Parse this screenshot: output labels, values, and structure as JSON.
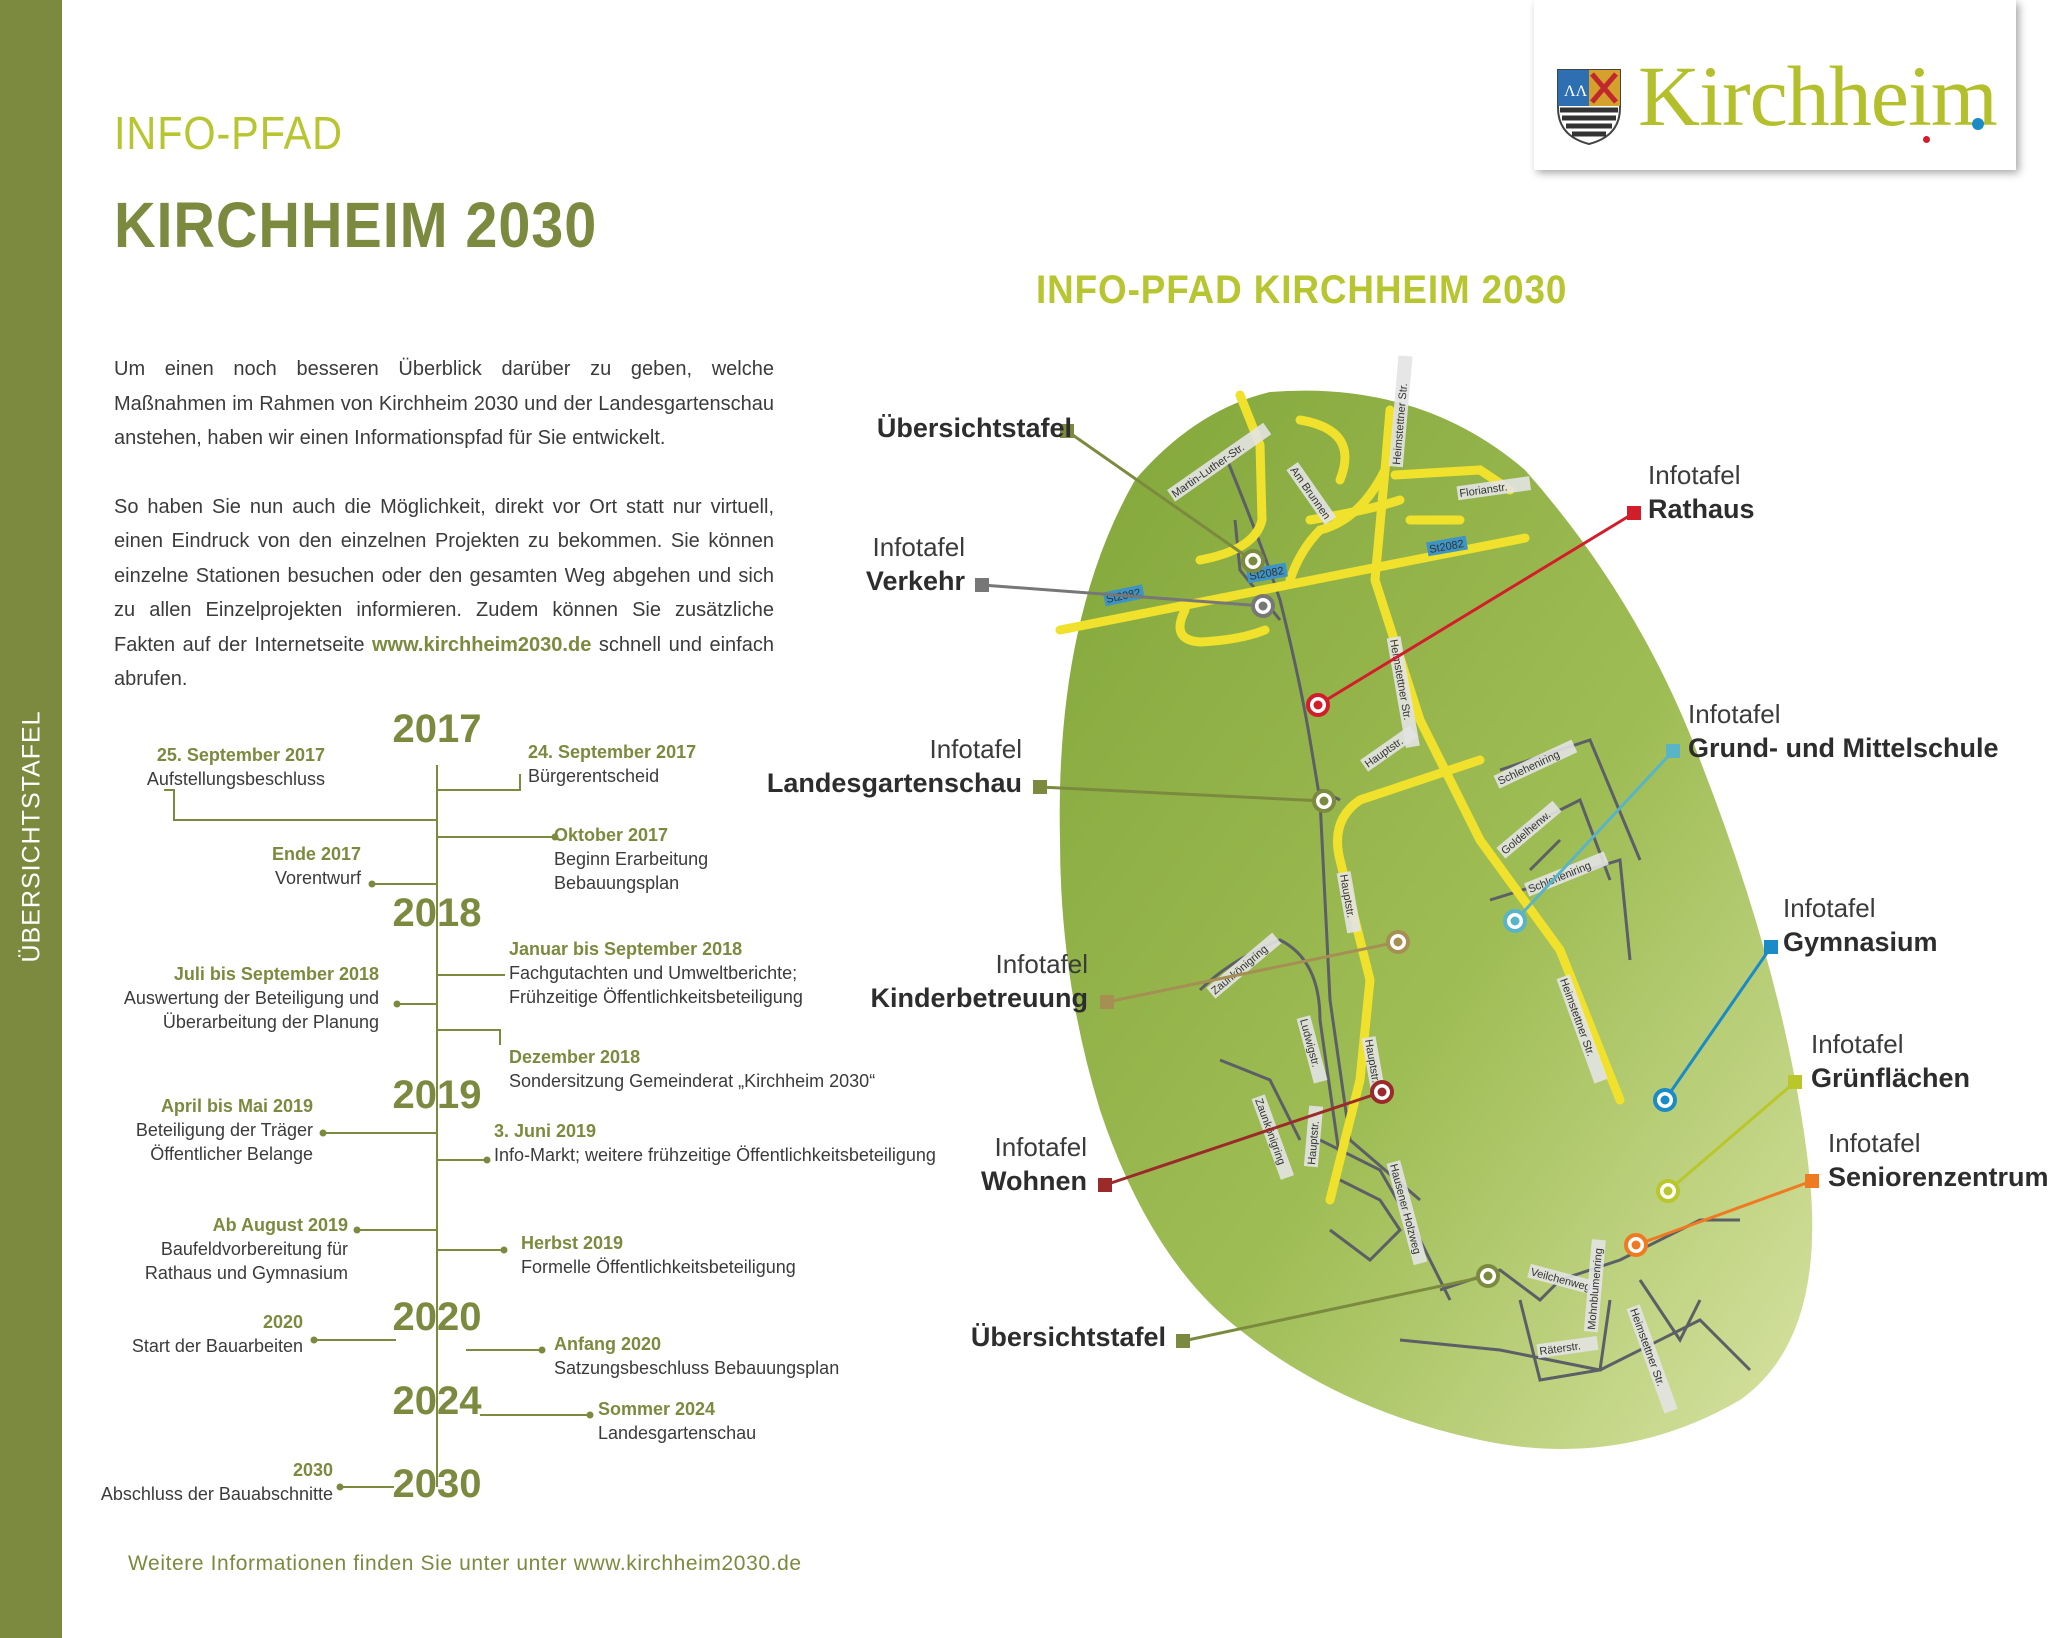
{
  "sidebar": {
    "label": "ÜBERSICHTSTAFEL"
  },
  "header": {
    "kicker": "INFO-PFAD",
    "title": "KIRCHHEIM 2030"
  },
  "logo": {
    "text": "Kirchheim",
    "dot_colors": [
      "#1a8bc7",
      "#d21e2b"
    ]
  },
  "intro": {
    "p1": "Um einen noch besseren Überblick darüber zu geben, welche Maßnahmen im Rahmen von Kirchheim 2030 und der Landesgartenschau anstehen, haben wir einen Informationspfad für Sie entwickelt.",
    "p2_before": "So haben Sie nun auch die Möglichkeit, direkt vor Ort statt nur virtuell, einen Eindruck von den einzelnen Projekten zu bekommen. Sie können einzelne Stationen besuchen oder den gesamten Weg abgehen und sich zu allen Einzelprojekten informieren. Zudem können Sie zusätzliche Fakten auf der Internetseite ",
    "p2_link": "www.kirchheim2030.de",
    "p2_after": " schnell und einfach abrufen."
  },
  "timeline": {
    "years": [
      "2017",
      "2018",
      "2019",
      "2020",
      "2024",
      "2030"
    ],
    "events": [
      {
        "side": "left",
        "head": "25. September 2017",
        "lines": [
          "Aufstellungsbeschluss"
        ]
      },
      {
        "side": "right",
        "head": "24. September 2017",
        "lines": [
          "Bürgerentscheid"
        ]
      },
      {
        "side": "left",
        "head": "Ende 2017",
        "lines": [
          "Vorentwurf"
        ]
      },
      {
        "side": "right",
        "head": "Oktober 2017",
        "lines": [
          "Beginn Erarbeitung",
          "Bebauungsplan"
        ]
      },
      {
        "side": "right",
        "head": "Januar bis September 2018",
        "lines": [
          "Fachgutachten und Umweltberichte;",
          "Frühzeitige Öffentlichkeitsbeteiligung"
        ]
      },
      {
        "side": "left",
        "head": "Juli bis September 2018",
        "lines": [
          "Auswertung der Beteiligung und",
          "Überarbeitung der Planung"
        ]
      },
      {
        "side": "right",
        "head": "Dezember 2018",
        "lines": [
          "Sondersitzung Gemeinderat „Kirchheim 2030“"
        ]
      },
      {
        "side": "left",
        "head": "April bis Mai 2019",
        "lines": [
          "Beteiligung der Träger",
          "Öffentlicher Belange"
        ]
      },
      {
        "side": "right",
        "head": "3. Juni 2019",
        "lines": [
          "Info-Markt; weitere frühzeitige Öffentlichkeitsbeteiligung"
        ]
      },
      {
        "side": "left",
        "head": "Ab August 2019",
        "lines": [
          "Baufeldvorbereitung für",
          "Rathaus und Gymnasium"
        ]
      },
      {
        "side": "right",
        "head": "Herbst 2019",
        "lines": [
          "Formelle Öffentlichkeitsbeteiligung"
        ]
      },
      {
        "side": "left",
        "head": "2020",
        "lines": [
          "Start der Bauarbeiten"
        ]
      },
      {
        "side": "right",
        "head": "Anfang 2020",
        "lines": [
          "Satzungsbeschluss Bebauungsplan"
        ]
      },
      {
        "side": "right",
        "head": "Sommer 2024",
        "lines": [
          "Landesgartenschau"
        ]
      },
      {
        "side": "left",
        "head": "2030",
        "lines": [
          "Abschluss der Bauabschnitte"
        ]
      }
    ]
  },
  "map": {
    "title": "INFO-PFAD KIRCHHEIM 2030",
    "stations": [
      {
        "line1": "",
        "line2": "Übersichtstafel",
        "color": "#7b8a3e"
      },
      {
        "line1": "Infotafel",
        "line2": "Verkehr",
        "color": "#777777"
      },
      {
        "line1": "Infotafel",
        "line2": "Rathaus",
        "color": "#d21e2b"
      },
      {
        "line1": "Infotafel",
        "line2": "Landesgartenschau",
        "color": "#7b8a3e"
      },
      {
        "line1": "Infotafel",
        "line2": "Grund- und Mittelschule",
        "color": "#5ab4c8"
      },
      {
        "line1": "Infotafel",
        "line2": "Gymnasium",
        "color": "#1a8bc7"
      },
      {
        "line1": "Infotafel",
        "line2": "Kinderbetreuung",
        "color": "#a58f52"
      },
      {
        "line1": "Infotafel",
        "line2": "Grünflächen",
        "color": "#b9c72a"
      },
      {
        "line1": "Infotafel",
        "line2": "Wohnen",
        "color": "#9b2a2a"
      },
      {
        "line1": "Infotafel",
        "line2": "Seniorenzentrum",
        "color": "#f07a22"
      },
      {
        "line1": "",
        "line2": "Übersichtstafel",
        "color": "#7b8a3e"
      }
    ],
    "streets": [
      "Martin-Luther-Str.",
      "Am Brunnen",
      "Heimstettner Str.",
      "Florianstr.",
      "St2082",
      "St2082",
      "St2082",
      "Heimstettner Str.",
      "Hauptstr.",
      "Schleheniring",
      "Goldelhenw.",
      "Schleheniring",
      "Hauptstr.",
      "Zaunkönigring",
      "Ludwigstr.",
      "Hauptstr.",
      "Zaunkönigring",
      "Heimstettner Str.",
      "Hauptstr.",
      "Hausener Holzweg",
      "Veilchenweg",
      "Heimstettner Str.",
      "Mohnblumenring",
      "Räterstr."
    ]
  },
  "footer": {
    "text": "Weitere Informationen finden Sie unter unter www.kirchheim2030.de"
  }
}
